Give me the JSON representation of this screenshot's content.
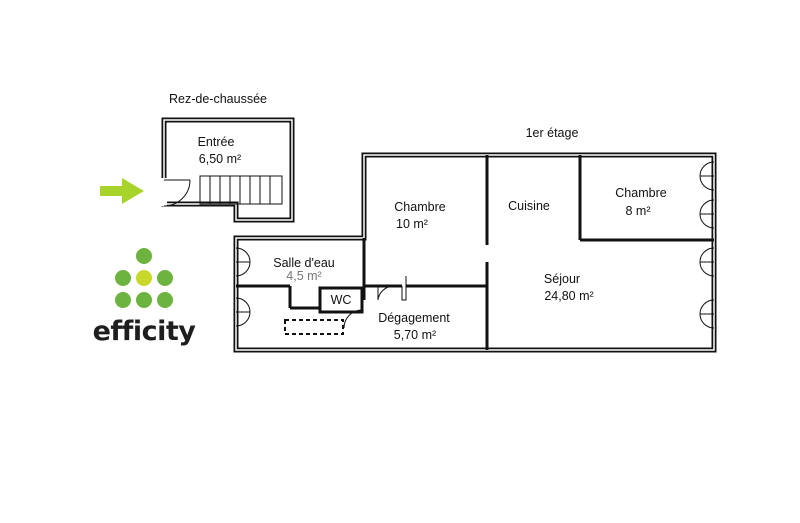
{
  "floors": {
    "ground": "Rez-de-chaussée",
    "first": "1er étage"
  },
  "rooms": {
    "entree": {
      "name": "Entrée",
      "area": "6,50 m²"
    },
    "chambre1": {
      "name": "Chambre",
      "area": "10 m²"
    },
    "cuisine": {
      "name": "Cuisine"
    },
    "chambre2": {
      "name": "Chambre",
      "area": "8 m²"
    },
    "salle_eau": {
      "name": "Salle d'eau",
      "area": "4,5 m²"
    },
    "wc": {
      "name": "WC"
    },
    "sejour": {
      "name": "Séjour",
      "area": "24,80 m²"
    },
    "degagement": {
      "name": "Dégagement",
      "area": "5,70 m²"
    }
  },
  "logo": {
    "text": "efficity"
  },
  "colors": {
    "wall": "#111111",
    "wall_fill": "#ffffff",
    "arrow": "#a8d32a",
    "logo_green": "#6db33f",
    "logo_yellow": "#c8d82a",
    "logo_text": "#1e1e1e"
  }
}
